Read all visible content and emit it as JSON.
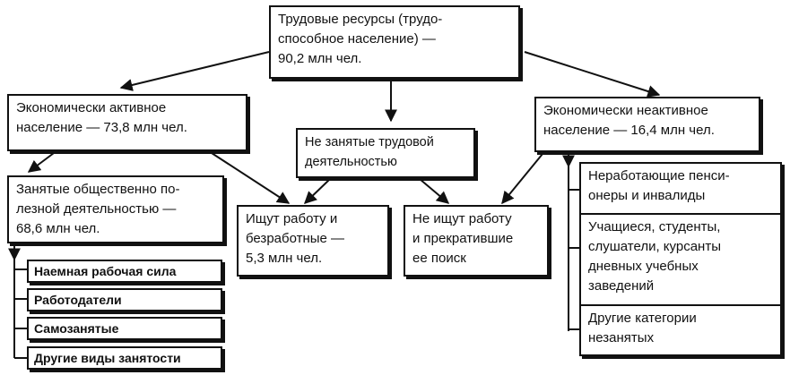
{
  "nodes": {
    "root": "Трудовые ресурсы (трудо-\nспособное население) —\n90,2 млн чел.",
    "active": "Экономически активное\nнаселение — 73,8 млн чел.",
    "not_employed": "Не занятые трудовой\nдеятельностью",
    "inactive": "Экономически неактивное\nнаселение — 16,4 млн чел.",
    "employed": "Занятые общественно по-\nлезной деятельностью —\n68,6 млн чел.",
    "seeking": "Ищут работу и\nбезработные —\n5,3 млн чел.",
    "not_seeking": "Не ищут работу\nи прекратившие\nее поиск"
  },
  "employment_types": [
    "Наемная рабочая сила",
    "Работодатели",
    "Самозанятые",
    "Другие виды занятости"
  ],
  "inactive_groups": [
    "Неработающие пенси-\nонеры и инвалиды",
    "Учащиеся, студенты,\nслушатели, курсанты\nдневных учебных\nзаведений",
    "Другие категории\nнезанятых"
  ]
}
